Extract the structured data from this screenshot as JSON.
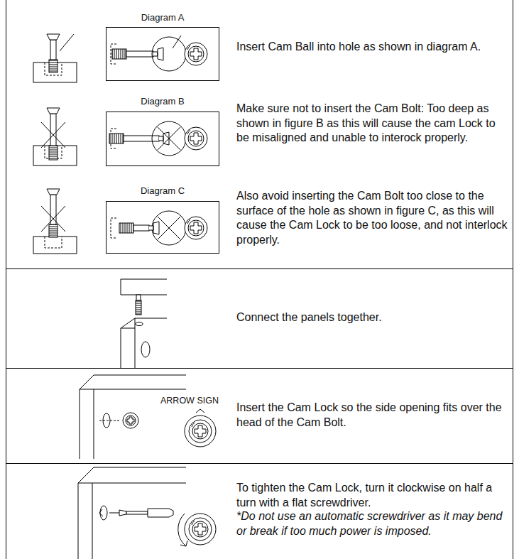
{
  "diagram": {
    "nodes": [
      {
        "text": [
          "Insert Cam Ball into hole as shown in diagram A.",
          "Make sure not to insert the Cam Bolt: Too deep as shown in figure B as this will cause the cam Lock to be misaligned and unable to interock properly.",
          "Also avoid inserting the Cam Bolt too close to the surface of the hole as shown in figure C, as this will cause the Cam Lock to be too loose, and not interlock properly."
        ]
      },
      {
        "text": [
          "Diagram A"
        ],
        "in": 0
      },
      {
        "text": [
          "Diagram B"
        ],
        "in": 0
      },
      {
        "text": [
          "Diagram C"
        ],
        "in": 0
      },
      {
        "text": [
          "Connect the panels together."
        ]
      },
      {
        "text": [
          "Insert the Cam Lock so the side opening fits over the head of the Cam Bolt."
        ]
      },
      {
        "text": [
          "To tighten the Cam Lock, turn it clockwise on half a turn with a flat screwdriver.",
          "*Do not use an automatic screwdriver as it may bend or break if too much power is imposed."
        ]
      }
    ],
    "labels": [
      "ARROW SIGN"
    ]
  }
}
